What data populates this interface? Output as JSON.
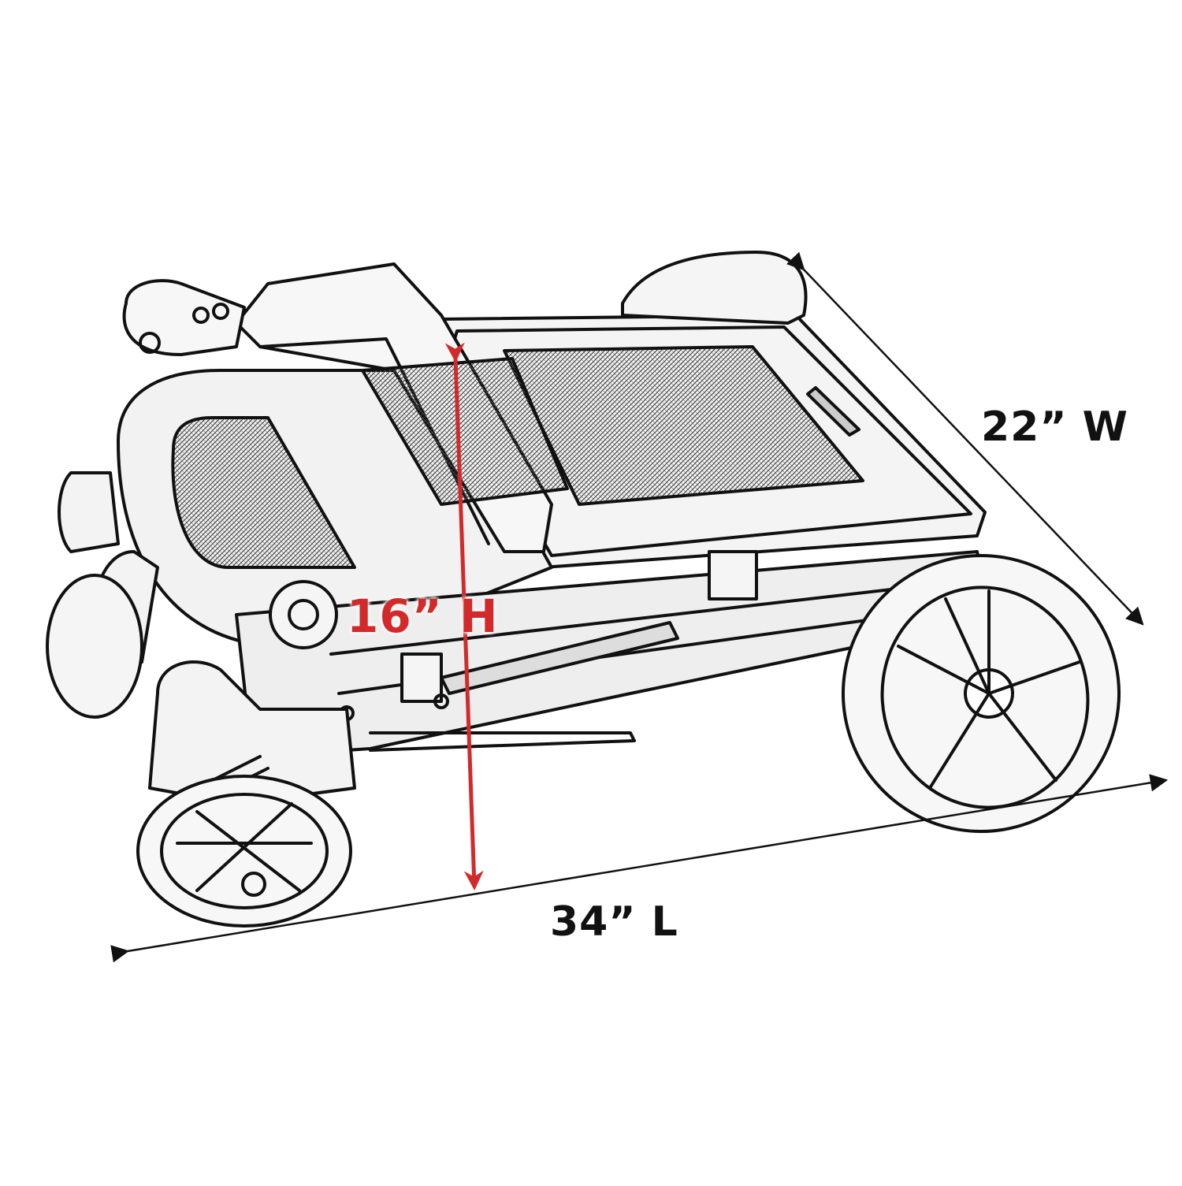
{
  "dimensions": {
    "width_label": "22” W",
    "length_label": "34” L",
    "height_label": "16” H"
  },
  "colors": {
    "line": "#111111",
    "height_arrow": "#d22a2a",
    "background": "#ffffff"
  },
  "icons": [
    "folded-wagon-sketch",
    "dimension-arrow"
  ]
}
